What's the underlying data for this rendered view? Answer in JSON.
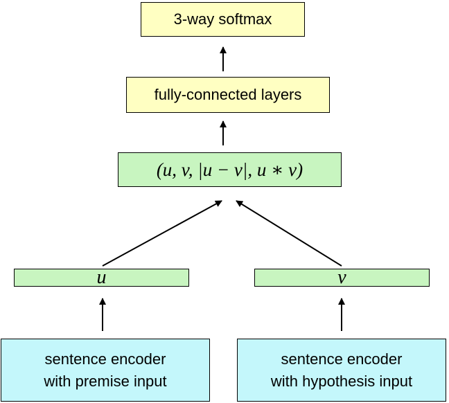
{
  "diagram": {
    "softmax_label": "3-way softmax",
    "fc_label": "fully-connected layers",
    "concat_label": "(u, v, |u − v|, u ∗ v)",
    "u_label": "u",
    "v_label": "v",
    "premise_encoder": {
      "line1": "sentence encoder",
      "line2": "with premise input"
    },
    "hypothesis_encoder": {
      "line1": "sentence encoder",
      "line2": "with hypothesis input"
    }
  },
  "colors": {
    "yellow_box": "#ffffc2",
    "green_box": "#c8f5c0",
    "cyan_box": "#c4f7fb",
    "stroke": "#000000"
  }
}
